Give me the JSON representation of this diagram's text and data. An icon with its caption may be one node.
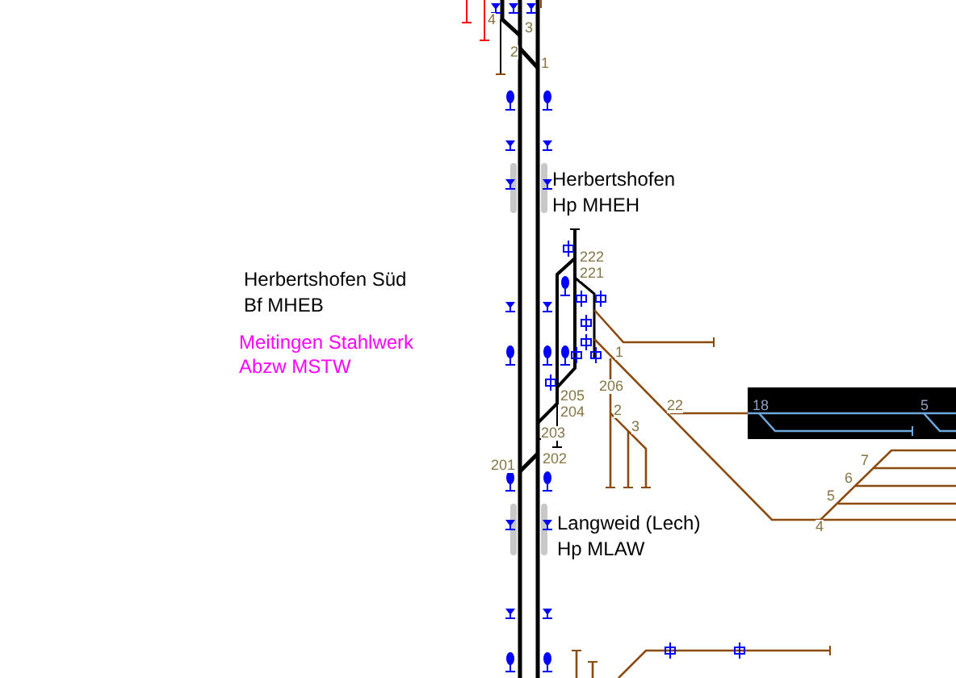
{
  "diagram": {
    "labels": [
      "4",
      "3",
      "2",
      "1",
      "Herbertshofen",
      "Hp MHEH",
      "222",
      "221",
      "Herbertshofen Süd",
      "Bf MHEB",
      "Meitingen Stahlwerk",
      "1",
      "Abzw MSTW",
      "206",
      "205",
      "22",
      "18",
      "5",
      "204",
      "2",
      "3",
      "203",
      "202",
      "201",
      "7",
      "6",
      "5",
      "Langweid (Lech)",
      "4",
      "Hp MLAW"
    ]
  }
}
